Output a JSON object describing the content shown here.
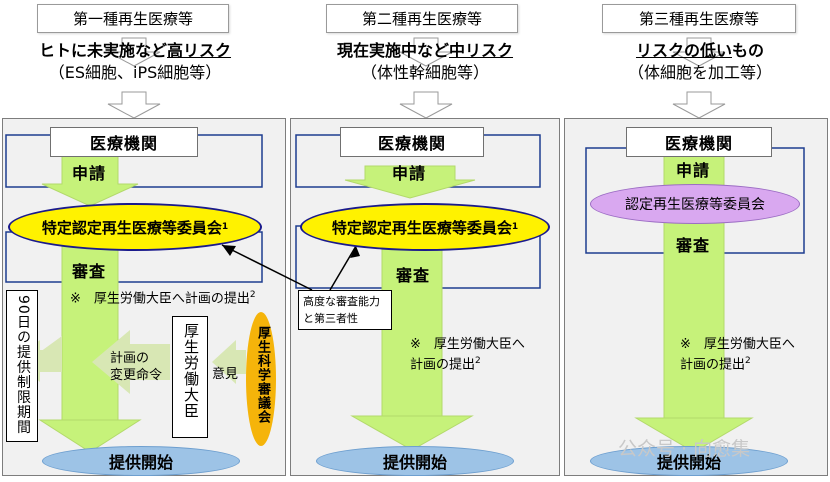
{
  "columns": [
    {
      "header": "第一種再生医療等",
      "risk_prefix": "ヒトに未実施など",
      "risk_emphasis": "高リスク",
      "example": "（ES細胞、iPS細胞等）"
    },
    {
      "header": "第二種再生医療等",
      "risk_prefix": "現在実施中など",
      "risk_emphasis": "中リスク",
      "example": "（体性幹細胞等）"
    },
    {
      "header": "第三種再生医療等",
      "risk_emphasis": "リスクの低い",
      "risk_suffix": "もの",
      "example": "（体細胞を加工等）"
    }
  ],
  "institution": "医療機関",
  "application": "申請",
  "review": "審査",
  "committee_special": "特定認定再生医療等委員会",
  "committee_special_mark": "1",
  "committee_cert": "認定再生医療等委員会",
  "plan_note_1": "※　厚生労働大臣へ計画の提出",
  "plan_note_2_line1": "※　厚生労働大臣へ",
  "plan_note_2_line2": "計画の提出",
  "plan_note_mark": "2",
  "callout": "高度な審査能力と第三者性",
  "period": "90日の提供制限期間",
  "change_order_line1": "計画の",
  "change_order_line2": "変更命令",
  "minister": "厚生労働大臣",
  "opinion": "意見",
  "council": "厚生科学審議会",
  "start": "提供開始",
  "watermark": "公众号 · 向愈集",
  "colors": {
    "arrow_green": "#c6f27a",
    "arrow_pale": "#d8e7b4",
    "committee_yellow": "#fff200",
    "committee_purple": "#d9a8f0",
    "council_orange": "#f5b40a",
    "start_blue": "#9dc3e6"
  }
}
